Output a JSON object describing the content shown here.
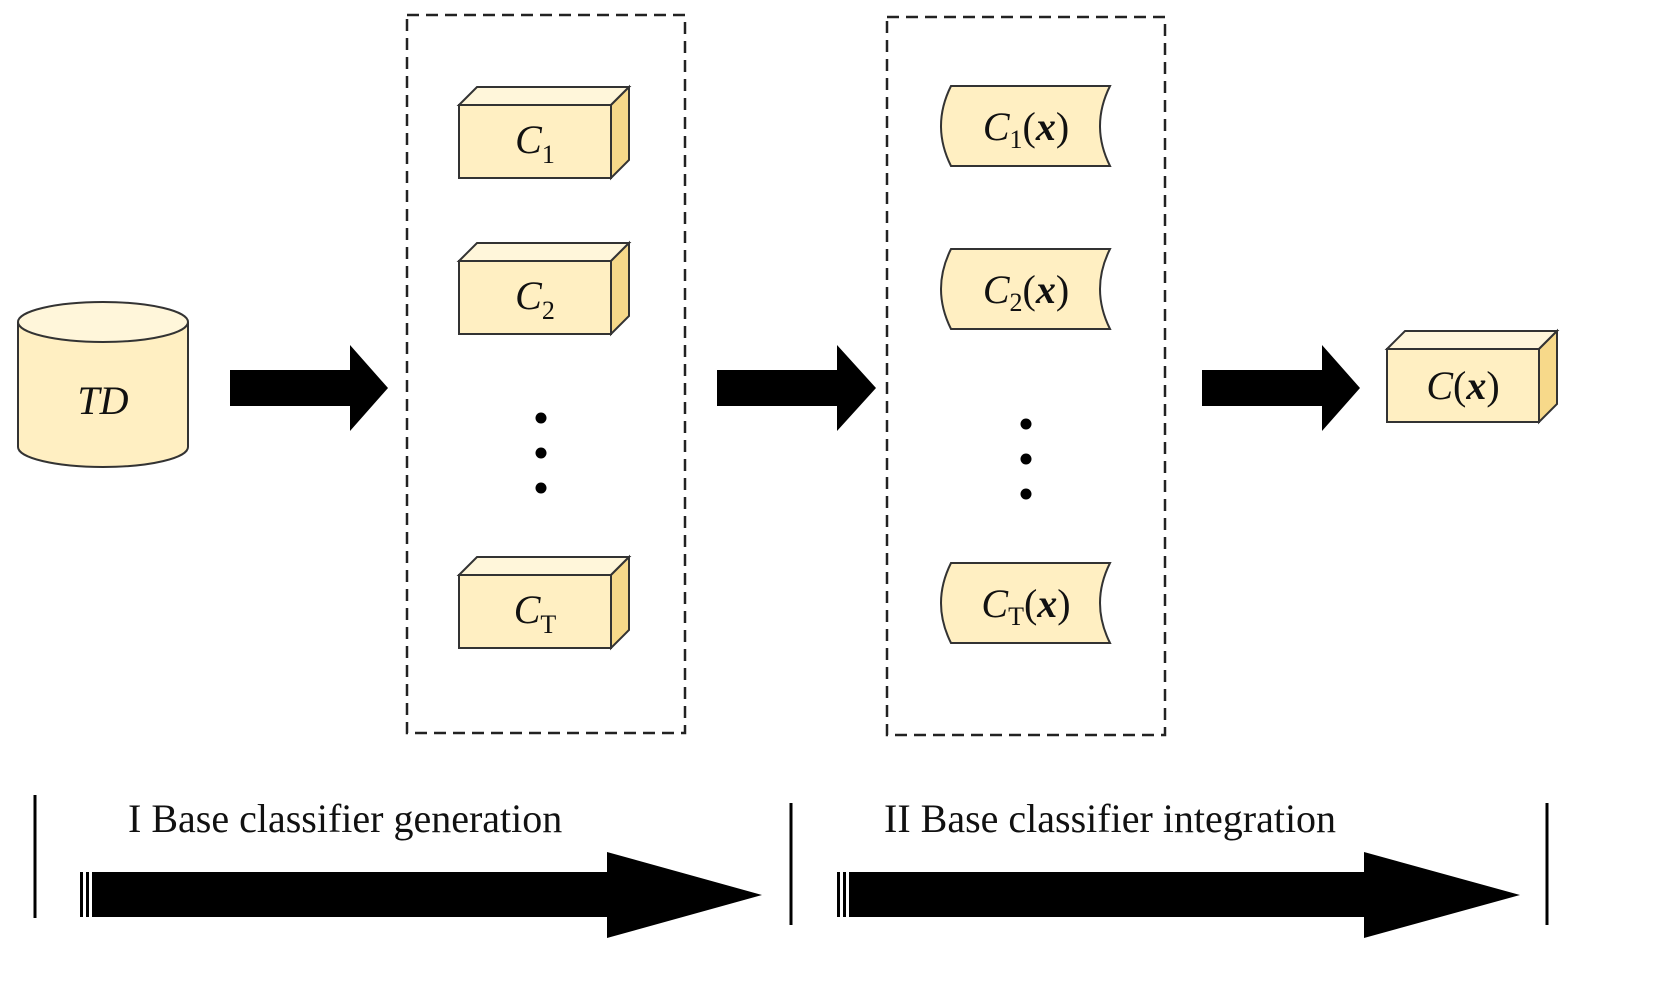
{
  "colors": {
    "fill_front": "#FFEFC2",
    "fill_top": "#FFF6DA",
    "fill_side": "#F7D98A",
    "stroke": "#333333",
    "arrow": "#000000"
  },
  "td_label": "TD",
  "classifiers": [
    {
      "base": "C",
      "sub": "1"
    },
    {
      "base": "C",
      "sub": "2"
    },
    {
      "base": "C",
      "sub": "T"
    }
  ],
  "outputs": [
    {
      "base": "C",
      "sub": "1",
      "open": "(",
      "var": "x",
      "close": ")"
    },
    {
      "base": "C",
      "sub": "2",
      "open": "(",
      "var": "x",
      "close": ")"
    },
    {
      "base": "C",
      "sub": "T",
      "open": "(",
      "var": "x",
      "close": ")"
    }
  ],
  "final": {
    "base": "C",
    "open": "(",
    "var": "x",
    "close": ")"
  },
  "phases": [
    {
      "label": "I Base classifier generation"
    },
    {
      "label": "II  Base classifier integration"
    }
  ]
}
